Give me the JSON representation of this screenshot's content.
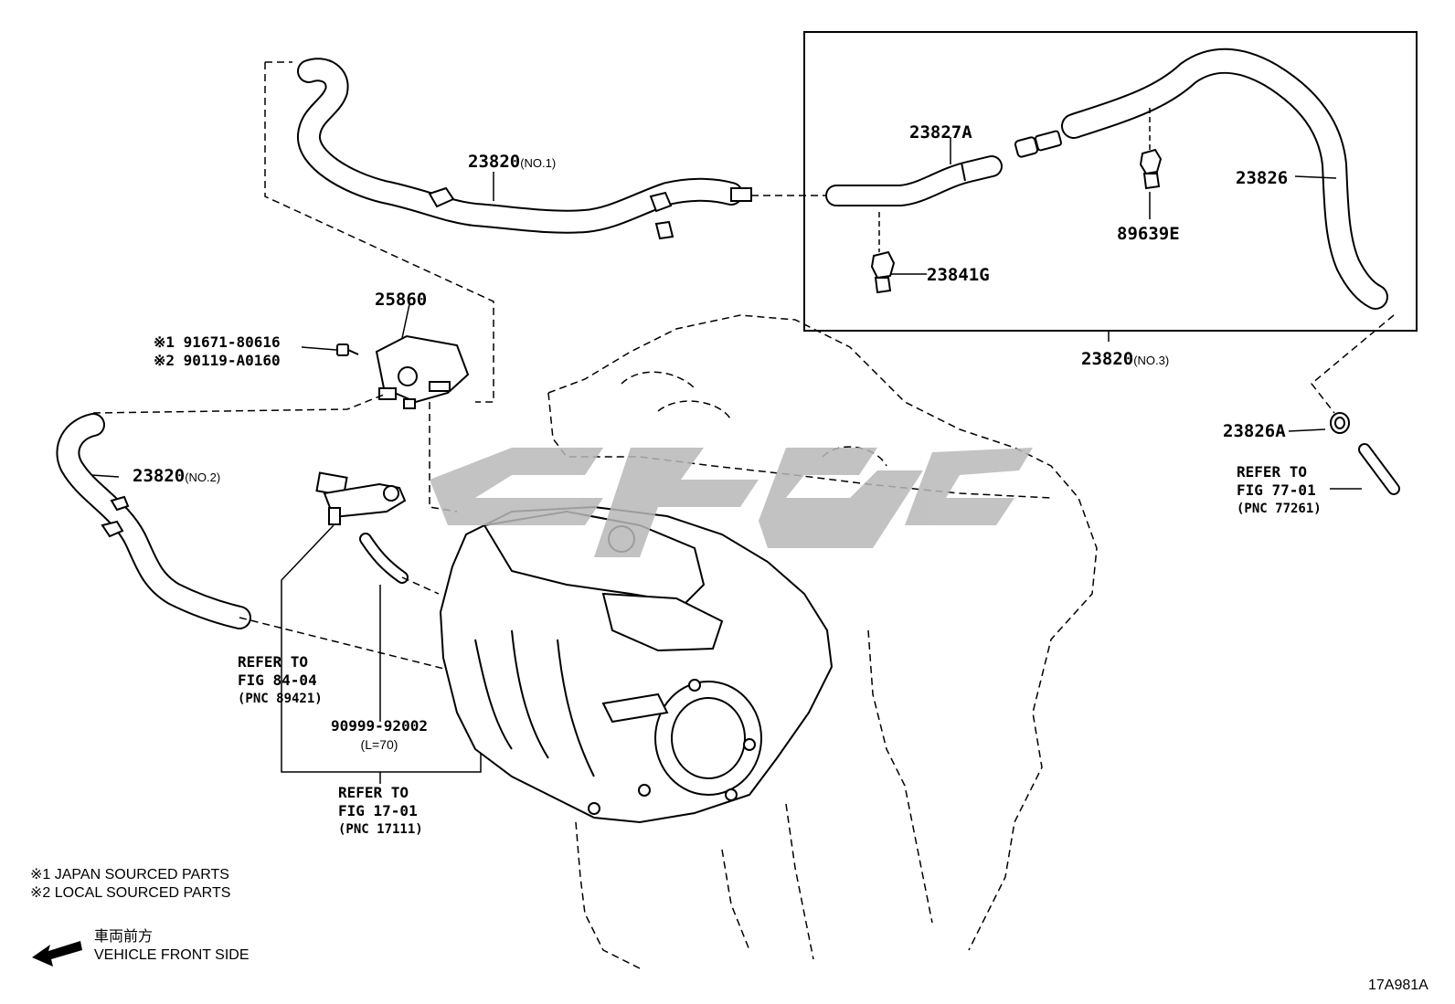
{
  "parts": {
    "p23820_no1": {
      "number": "23820",
      "suffix": "(NO.1)"
    },
    "p23820_no2": {
      "number": "23820",
      "suffix": "(NO.2)"
    },
    "p23820_no3": {
      "number": "23820",
      "suffix": "(NO.3)"
    },
    "p23827a": "23827A",
    "p23826": "23826",
    "p89639e": "89639E",
    "p23841g": "23841G",
    "p25860": "25860",
    "p23826a": "23826A",
    "p90999": {
      "number": "90999-92002",
      "suffix": "(L=70)"
    },
    "bolt1": "※1 91671-80616",
    "bolt2": "※2 90119-A0160"
  },
  "refs": {
    "fig7701": {
      "line1": "REFER TO",
      "line2": "FIG 77-01",
      "line3": "(PNC 77261)"
    },
    "fig8404": {
      "line1": "REFER TO",
      "line2": "FIG 84-04",
      "line3": "(PNC 89421)"
    },
    "fig1701": {
      "line1": "REFER TO",
      "line2": "FIG 17-01",
      "line3": "(PNC 17111)"
    }
  },
  "notes": {
    "note1": "※1  JAPAN SOURCED PARTS",
    "note2": "※2  LOCAL SOURCED PARTS",
    "front_jp": "車両前方",
    "front_en": "VEHICLE FRONT SIDE"
  },
  "figure_id": "17A981A",
  "colors": {
    "line": "#000000",
    "watermark": "#b8b8b8"
  }
}
